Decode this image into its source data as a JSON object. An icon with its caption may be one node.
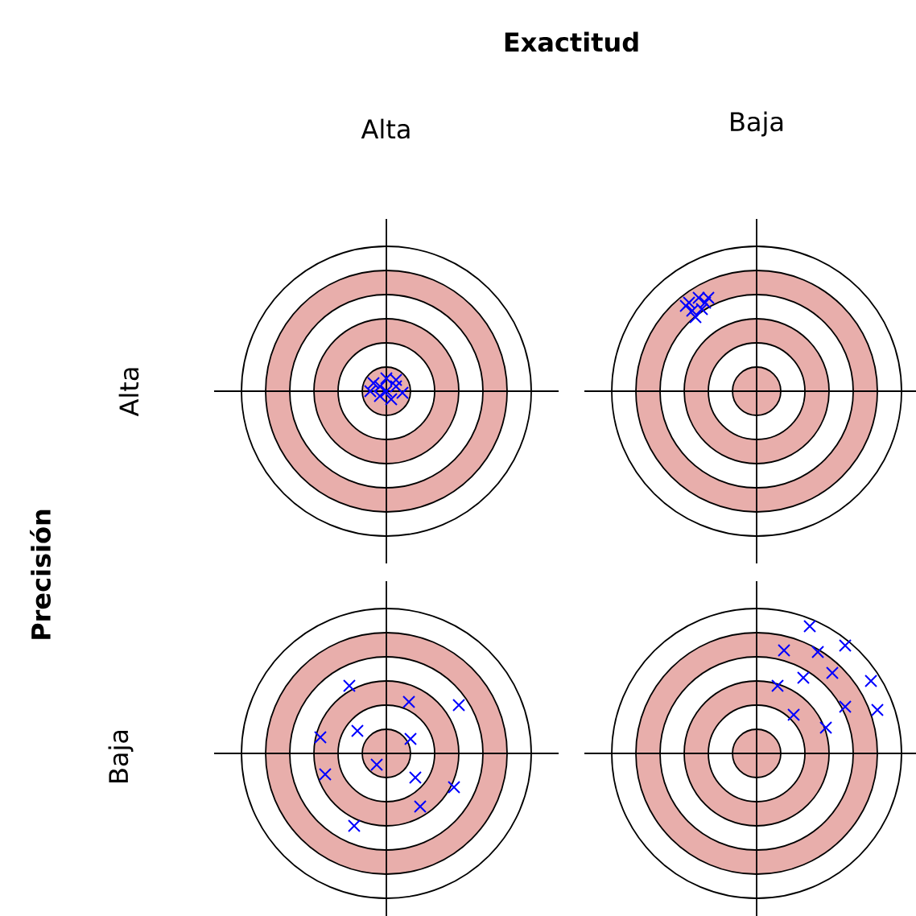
{
  "diagram": {
    "labels": [
      "Exactitud",
      "Alta",
      "Baja",
      "Precisión",
      "Alta",
      "Baja"
    ]
  }
}
